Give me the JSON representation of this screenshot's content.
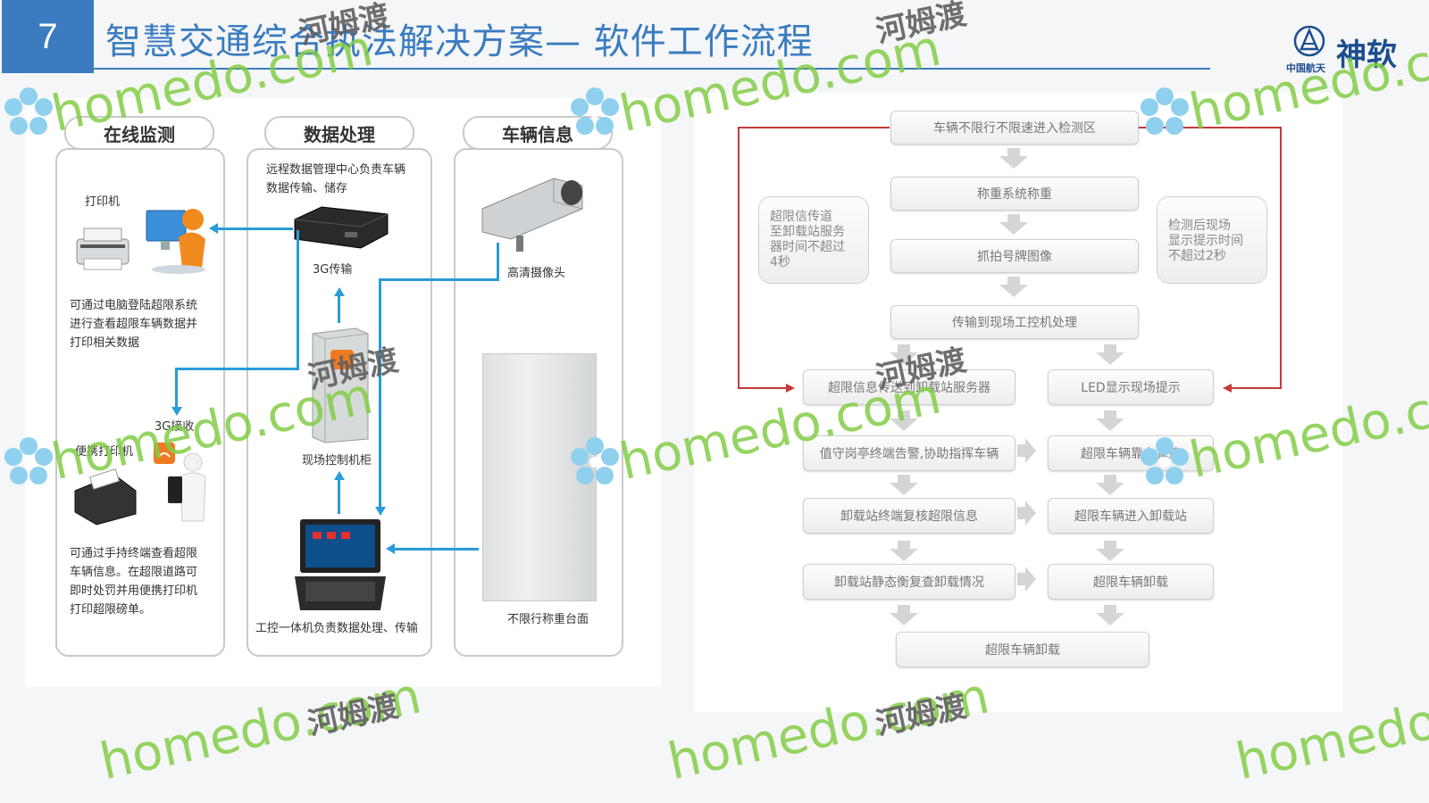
{
  "header": {
    "slide_number": "7",
    "title": "智慧交通综合执法解决方案— 软件工作流程",
    "logo_org": "中国航天",
    "logo_brand": "神软"
  },
  "left_diagram": {
    "columns": [
      {
        "title": "在线监测"
      },
      {
        "title": "数据处理"
      },
      {
        "title": "车辆信息"
      }
    ],
    "printer_label": "打印机",
    "printer_desc": [
      "可通过电脑登陆超限系统",
      "进行查看超限车辆数据并",
      "打印相关数据"
    ],
    "receive_label": "3G接收",
    "portable_printer_label": "便携打印机",
    "portable_desc": [
      "可通过手持终端查看超限",
      "车辆信息。在超限道路可",
      "即时处罚并用便携打印机",
      "打印超限磅单。"
    ],
    "server_desc": [
      "远程数据管理中心负责车辆",
      "数据传输、储存"
    ],
    "transmit_label": "3G传输",
    "cabinet_label": "现场控制机柜",
    "ipc_label": "工控一体机负责数据处理、传输",
    "camera_label": "高清摄像头",
    "scale_label": "不限行称重台面"
  },
  "flowchart": {
    "step_enter": "车辆不限行不限速进入检测区",
    "step_weigh": "称重系统称重",
    "step_capture": "抓拍号牌图像",
    "step_transmit": "传输到现场工控机处理",
    "left_note": [
      "超限信传道",
      "至卸载站服务",
      "器时间不超过",
      "4秒"
    ],
    "right_note": [
      "检测后现场",
      "显示提示时间",
      "不超过2秒"
    ],
    "left_branch": [
      "超限信息传送到卸载站服务器",
      "值守岗亭终端告警,协助指挥车辆",
      "卸载站终端复核超限信息",
      "卸载站静态衡复查卸载情况"
    ],
    "right_branch": [
      "LED显示现场提示",
      "超限车辆靠右减速",
      "超限车辆进入卸载站",
      "超限车辆卸载"
    ],
    "final_step": "超限车辆卸载"
  },
  "watermark": {
    "en": "homedo.com",
    "cn": "河姆渡"
  },
  "colors": {
    "brand_blue": "#3a7cbf",
    "connector_blue": "#2a9bd8",
    "flow_red": "#c53a3a",
    "watermark_green": "#82cd46"
  }
}
